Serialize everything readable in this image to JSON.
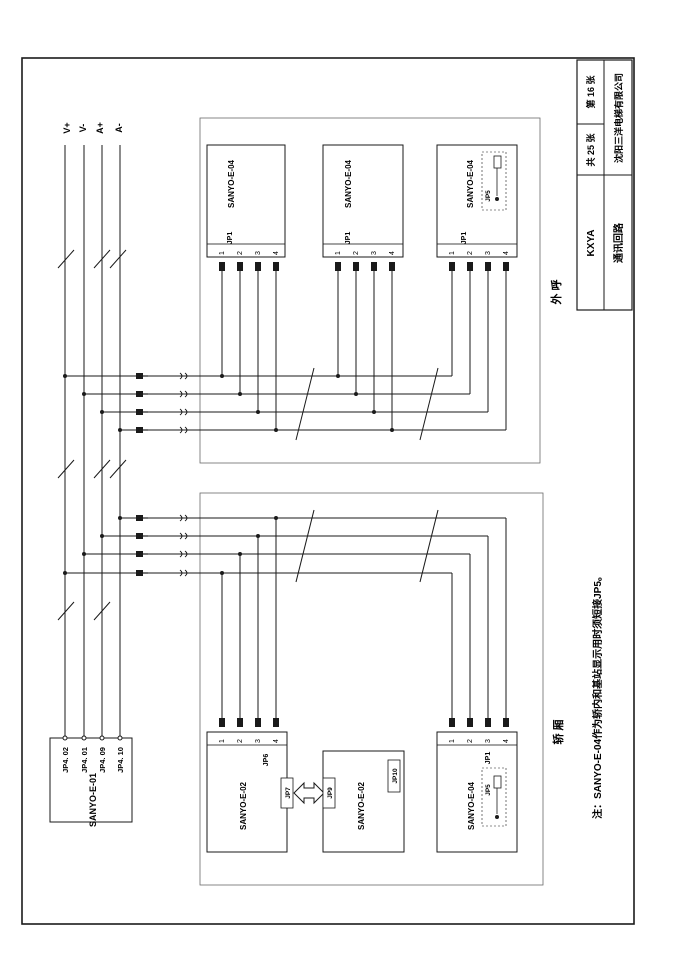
{
  "title_block": {
    "code": "KXYA",
    "sheet_total": "共 25 张",
    "sheet_number": "第 16 张",
    "drawing_title": "通讯回路",
    "company": "沈阳三洋电梯有限公司"
  },
  "bus": {
    "labels": [
      "V+",
      "V-",
      "A+",
      "A-"
    ],
    "port_labels": [
      "JP4. 02",
      "JP4. 01",
      "JP4. 09",
      "JP4. 10"
    ]
  },
  "main_board": {
    "name": "SANYO-E-01"
  },
  "outside": {
    "group_label": "外 呼",
    "boards": [
      {
        "name": "SANYO-E-04",
        "connector": "JP1",
        "pins": [
          "1",
          "2",
          "3",
          "4"
        ]
      },
      {
        "name": "SANYO-E-04",
        "connector": "JP1",
        "pins": [
          "1",
          "2",
          "3",
          "4"
        ]
      },
      {
        "name": "SANYO-E-04",
        "connector": "JP1",
        "pins": [
          "1",
          "2",
          "3",
          "4"
        ],
        "jumper": "JP5"
      }
    ]
  },
  "car": {
    "group_label": "轿 厢",
    "board_a": {
      "name": "SANYO-E-02",
      "connector": "JP6",
      "link_port": "JP7",
      "pins": [
        "1",
        "2",
        "3",
        "4"
      ]
    },
    "board_b": {
      "name": "SANYO-E-02",
      "port_1": "JP9",
      "port_2": "JP10"
    },
    "board_c": {
      "name": "SANYO-E-04",
      "connector": "JP1",
      "pins": [
        "1",
        "2",
        "3",
        "4"
      ],
      "jumper": "JP5"
    }
  },
  "note": "注：SANYO-E-04作为轿内和基站显示用时须短接JP5。",
  "colors": {
    "ink": "#1a1a1a",
    "paper": "#ffffff",
    "faint": "#6a6a6a"
  }
}
